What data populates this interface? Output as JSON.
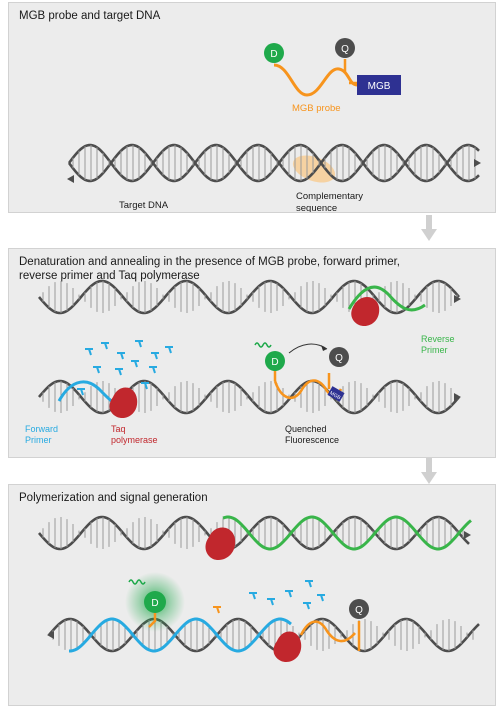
{
  "panel1": {
    "title": "MGB probe and target DNA",
    "dye_label": "D",
    "quencher_label": "Q",
    "mgb_label": "MGB",
    "probe_label": "MGB probe",
    "target_label": "Target DNA",
    "complementary_label_1": "Complementary",
    "complementary_label_2": "sequence"
  },
  "panel2": {
    "title_line1": "Denaturation and annealing in the presence of MGB probe, forward primer,",
    "title_line2": "reverse primer and Taq polymerase",
    "dye_label": "D",
    "quencher_label": "Q",
    "mgb_label": "MGB",
    "reverse_primer_1": "Reverse",
    "reverse_primer_2": "Primer",
    "forward_primer_1": "Forward",
    "forward_primer_2": "Primer",
    "taq_1": "Taq",
    "taq_2": "polymerase",
    "quenched_1": "Quenched",
    "quenched_2": "Fluorescence"
  },
  "panel3": {
    "title": "Polymerization and signal generation",
    "dye_label": "D",
    "quencher_label": "Q"
  },
  "colors": {
    "panel_bg": "#ececec",
    "dna_strand": "#4d4d4d",
    "probe": "#f7941d",
    "dye": "#1fa94b",
    "quencher": "#4d4d4d",
    "mgb": "#2e3192",
    "forward_primer": "#27aae1",
    "reverse_primer": "#39b54a",
    "polymerase": "#c1272d",
    "highlight": "#f9c98a"
  }
}
